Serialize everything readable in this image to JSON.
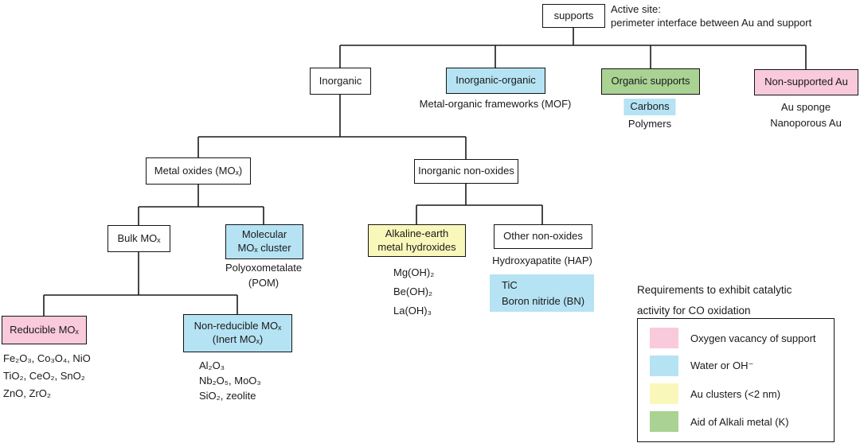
{
  "colors": {
    "pink": "#F9C9DC",
    "blue": "#B5E3F3",
    "yellow": "#FAF7BB",
    "green": "#A9D293",
    "line": "#1a1a1a"
  },
  "diagram": {
    "root": {
      "label": "supports"
    },
    "active_site_note": {
      "line1": "Active site:",
      "line2": "perimeter interface between Au and support"
    },
    "level1": {
      "inorganic": {
        "label": "Inorganic"
      },
      "inorganic_organic": {
        "label": "Inorganic-organic",
        "note": "Metal-organic frameworks (MOF)"
      },
      "organic": {
        "label": "Organic supports",
        "example_highlighted": "Carbons",
        "example_plain": "Polymers"
      },
      "non_supported": {
        "label": "Non-supported Au",
        "examples": [
          "Au sponge",
          "Nanoporous Au"
        ]
      }
    },
    "level2": {
      "metal_oxides": {
        "label": "Metal oxides (MOₓ)"
      },
      "inorganic_non_oxides": {
        "label": "Inorganic non-oxides"
      }
    },
    "level3": {
      "bulk": {
        "label": "Bulk MOₓ"
      },
      "molecular": {
        "line1": "Molecular",
        "line2": "MOₓ cluster",
        "note_line1": "Polyoxometalate",
        "note_line2": "(POM)"
      },
      "alkaline": {
        "line1": "Alkaline-earth",
        "line2": "metal hydroxides",
        "examples": [
          "Mg(OH)₂",
          "Be(OH)₂",
          "La(OH)₃"
        ]
      },
      "other_non_oxides": {
        "label": "Other non-oxides",
        "note": "Hydroxyapatite (HAP)",
        "highlighted_examples": [
          "TiC",
          "Boron nitride (BN)"
        ]
      }
    },
    "level4": {
      "reducible": {
        "label": "Reducible MOₓ",
        "examples": [
          "Fe₂O₃, Co₃O₄, NiO",
          "TiO₂, CeO₂, SnO₂",
          "ZnO, ZrO₂"
        ]
      },
      "non_reducible": {
        "line1": "Non-reducible MOₓ",
        "line2": "(Inert MOₓ)",
        "examples": [
          "Al₂O₃",
          "Nb₂O₅, MoO₃",
          "SiO₂, zeolite"
        ]
      }
    }
  },
  "legend": {
    "title_line1": "Requirements to exhibit catalytic",
    "title_line2": "activity for CO oxidation",
    "items": [
      {
        "color": "#F9C9DC",
        "label": "Oxygen vacancy of support"
      },
      {
        "color": "#B5E3F3",
        "label": "Water or OH⁻"
      },
      {
        "color": "#FAF7BB",
        "label": "Au clusters (<2 nm)"
      },
      {
        "color": "#A9D293",
        "label": "Aid of Alkali metal (K)"
      }
    ]
  }
}
